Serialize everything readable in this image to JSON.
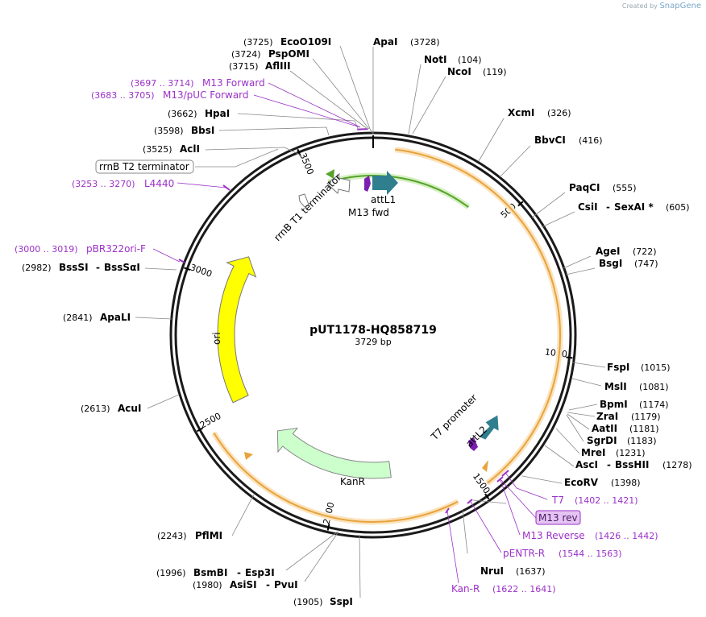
{
  "brand": {
    "created_by": "Created by",
    "app": "SnapGene"
  },
  "plasmid": {
    "name": "pUT1178-HQ858719",
    "length_label": "3729 bp"
  },
  "ticks": [
    "500",
    "1000",
    "1500",
    "2000",
    "2500",
    "3000",
    "3500"
  ],
  "enzymes": [
    {
      "pos": "(3725)",
      "name": "EcoO109I"
    },
    {
      "pos": "(3724)",
      "name": "PspOMI"
    },
    {
      "pos": "(3715)",
      "name": "AflIII"
    },
    {
      "pos": "(3662)",
      "name": "HpaI"
    },
    {
      "pos": "(3598)",
      "name": "BbsI"
    },
    {
      "pos": "(3525)",
      "name": "AclI"
    },
    {
      "name": "ApaI",
      "pos": "(3728)"
    },
    {
      "name": "NotI",
      "pos": "(104)"
    },
    {
      "name": "NcoI",
      "pos": "(119)"
    },
    {
      "name": "XcmI",
      "pos": "(326)"
    },
    {
      "name": "BbvCI",
      "pos": "(416)"
    },
    {
      "name": "PaqCI",
      "pos": "(555)"
    },
    {
      "name": "CsiI",
      "name2": "SexAI *",
      "pos": "(605)"
    },
    {
      "name": "AgeI",
      "pos": "(722)"
    },
    {
      "name": "BsgI",
      "pos": "(747)"
    },
    {
      "name": "FspI",
      "pos": "(1015)"
    },
    {
      "name": "MslI",
      "pos": "(1081)"
    },
    {
      "name": "BpmI",
      "pos": "(1174)"
    },
    {
      "name": "ZraI",
      "pos": "(1179)"
    },
    {
      "name": "AatII",
      "pos": "(1181)"
    },
    {
      "name": "SgrDI",
      "pos": "(1183)"
    },
    {
      "name": "MreI",
      "pos": "(1231)"
    },
    {
      "name": "AscI",
      "name2": "BssHII",
      "pos": "(1278)"
    },
    {
      "name": "EcoRV",
      "pos": "(1398)"
    },
    {
      "name": "NruI",
      "pos": "(1637)"
    },
    {
      "name": "SspI",
      "pos": "(1905)"
    },
    {
      "pos": "(1980)",
      "name": "AsiSI",
      "name2": "PvuI"
    },
    {
      "pos": "(1996)",
      "name": "BsmBI",
      "name2": "Esp3I"
    },
    {
      "pos": "(2243)",
      "name": "PflMI"
    },
    {
      "pos": "(2613)",
      "name": "AcuI"
    },
    {
      "pos": "(2841)",
      "name": "ApaLI"
    },
    {
      "pos": "(2982)",
      "name": "BssSI",
      "name2": "BssSαI"
    }
  ],
  "primers": [
    {
      "pos": "(3697 .. 3714)",
      "name": "M13 Forward"
    },
    {
      "pos": "(3683 .. 3705)",
      "name": "M13/pUC Forward"
    },
    {
      "pos": "(3253 .. 3270)",
      "name": "L4440"
    },
    {
      "pos": "(3000 .. 3019)",
      "name": "pBR322ori-F"
    },
    {
      "name": "T7",
      "pos": "(1402 .. 1421)"
    },
    {
      "name": "M13 rev"
    },
    {
      "name": "M13 Reverse",
      "pos": "(1426 .. 1442)"
    },
    {
      "name": "pENTR-R",
      "pos": "(1544 .. 1563)"
    },
    {
      "name": "Kan-R",
      "pos": "(1622 .. 1641)"
    }
  ],
  "features": {
    "rrnb_t2": "rrnB T2 terminator",
    "rrnb_t1": "rrnB T1 terminator",
    "attl1": "attL1",
    "m13fwd": "M13 fwd",
    "t7prom": "T7 promoter",
    "attl2": "attL2",
    "ori": "ori",
    "kanr": "KanR"
  },
  "colors": {
    "primer": "#9b30c8",
    "orf": "#e8a33c",
    "orf_glow": "#fbe3bd",
    "green_feat": "#55a32a",
    "green_glow": "#d6f0c4",
    "att": "#2f7f8f",
    "ori": "#ffff00",
    "kanr": "#ccffcc"
  }
}
